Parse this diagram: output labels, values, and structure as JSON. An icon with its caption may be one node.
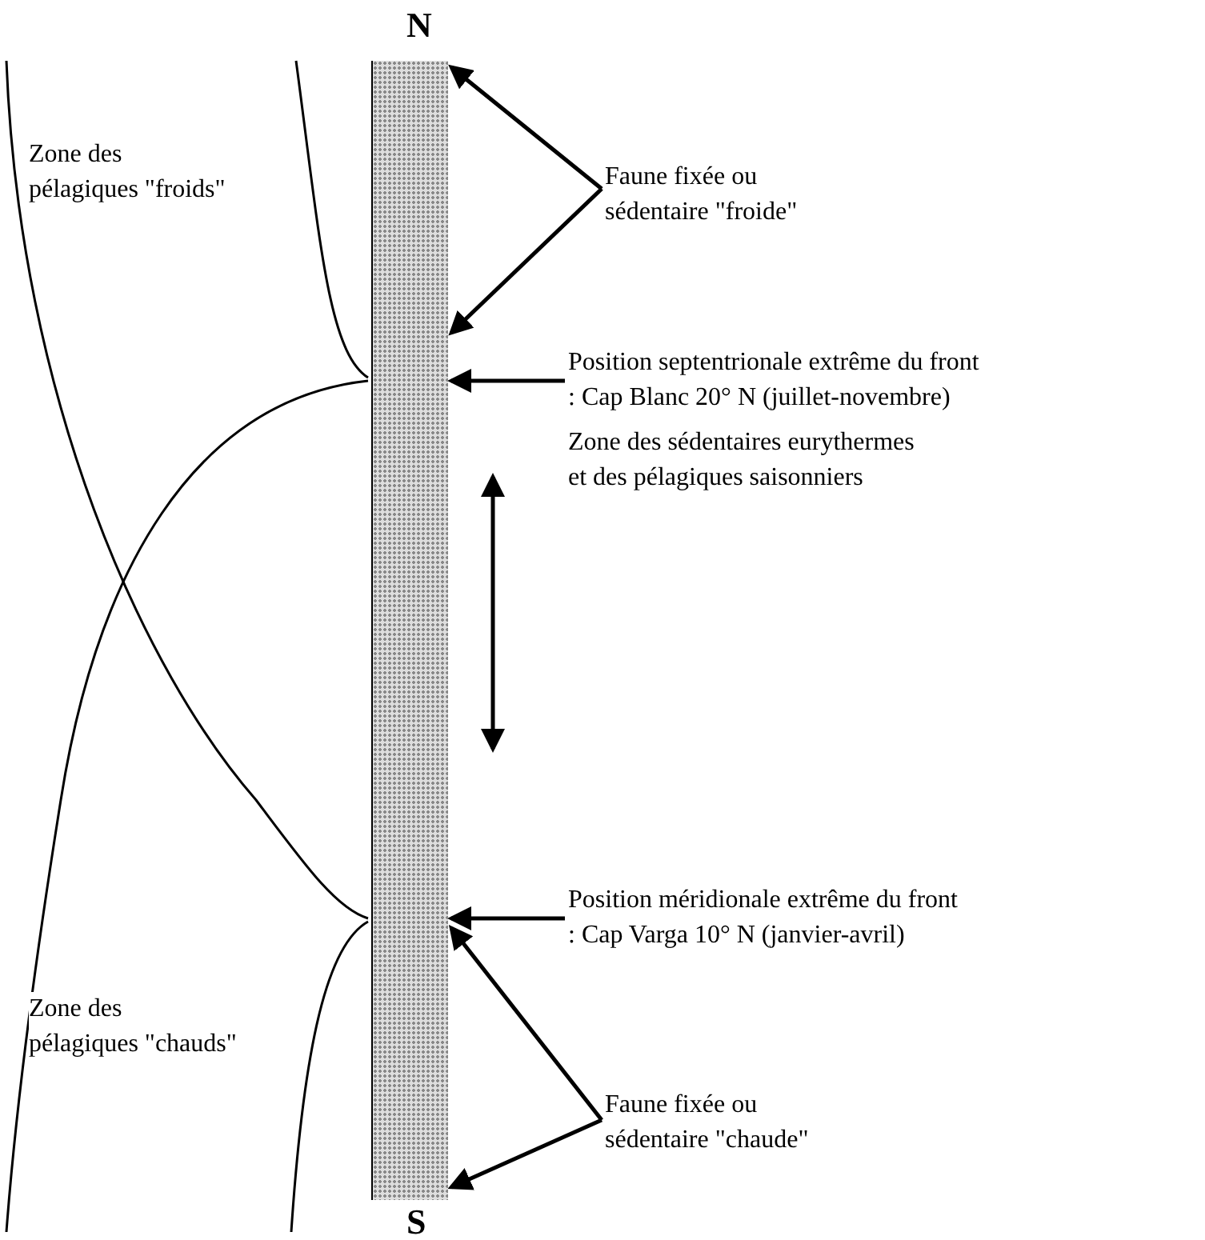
{
  "diagram": {
    "nodes": [
      {
        "text": [],
        "shape": "bar",
        "beside": [
          "N",
          "S"
        ]
      },
      {
        "text": [
          "Faune fixée ou sédentaire \"froide\""
        ]
      },
      {
        "text": [
          "Position septentrionale extrême du front : Cap Blanc 20° N (juillet-novembre)"
        ]
      },
      {
        "text": [
          "Position méridionale extrême du front : Cap Varga 10° N (janvier-avril)"
        ]
      },
      {
        "text": [
          "Faune fixée ou sédentaire \"chaude\""
        ]
      }
    ],
    "edges": [
      {
        "from": 1,
        "to": 0,
        "arrow": "to"
      },
      {
        "from": 1,
        "to": 0,
        "arrow": "to"
      },
      {
        "from": 2,
        "to": 0,
        "arrow": "to"
      },
      {
        "from": 3,
        "to": 0,
        "arrow": "to"
      },
      {
        "from": 4,
        "to": 0,
        "arrow": "to"
      },
      {
        "from": 4,
        "to": 0,
        "arrow": "to"
      }
    ],
    "labels": [
      "Zone des pélagiques \"froids\"",
      "Zone des sédentaires eurythermes et des pélagiques saisonniers",
      "Zone des pélagiques \"chauds\""
    ]
  }
}
